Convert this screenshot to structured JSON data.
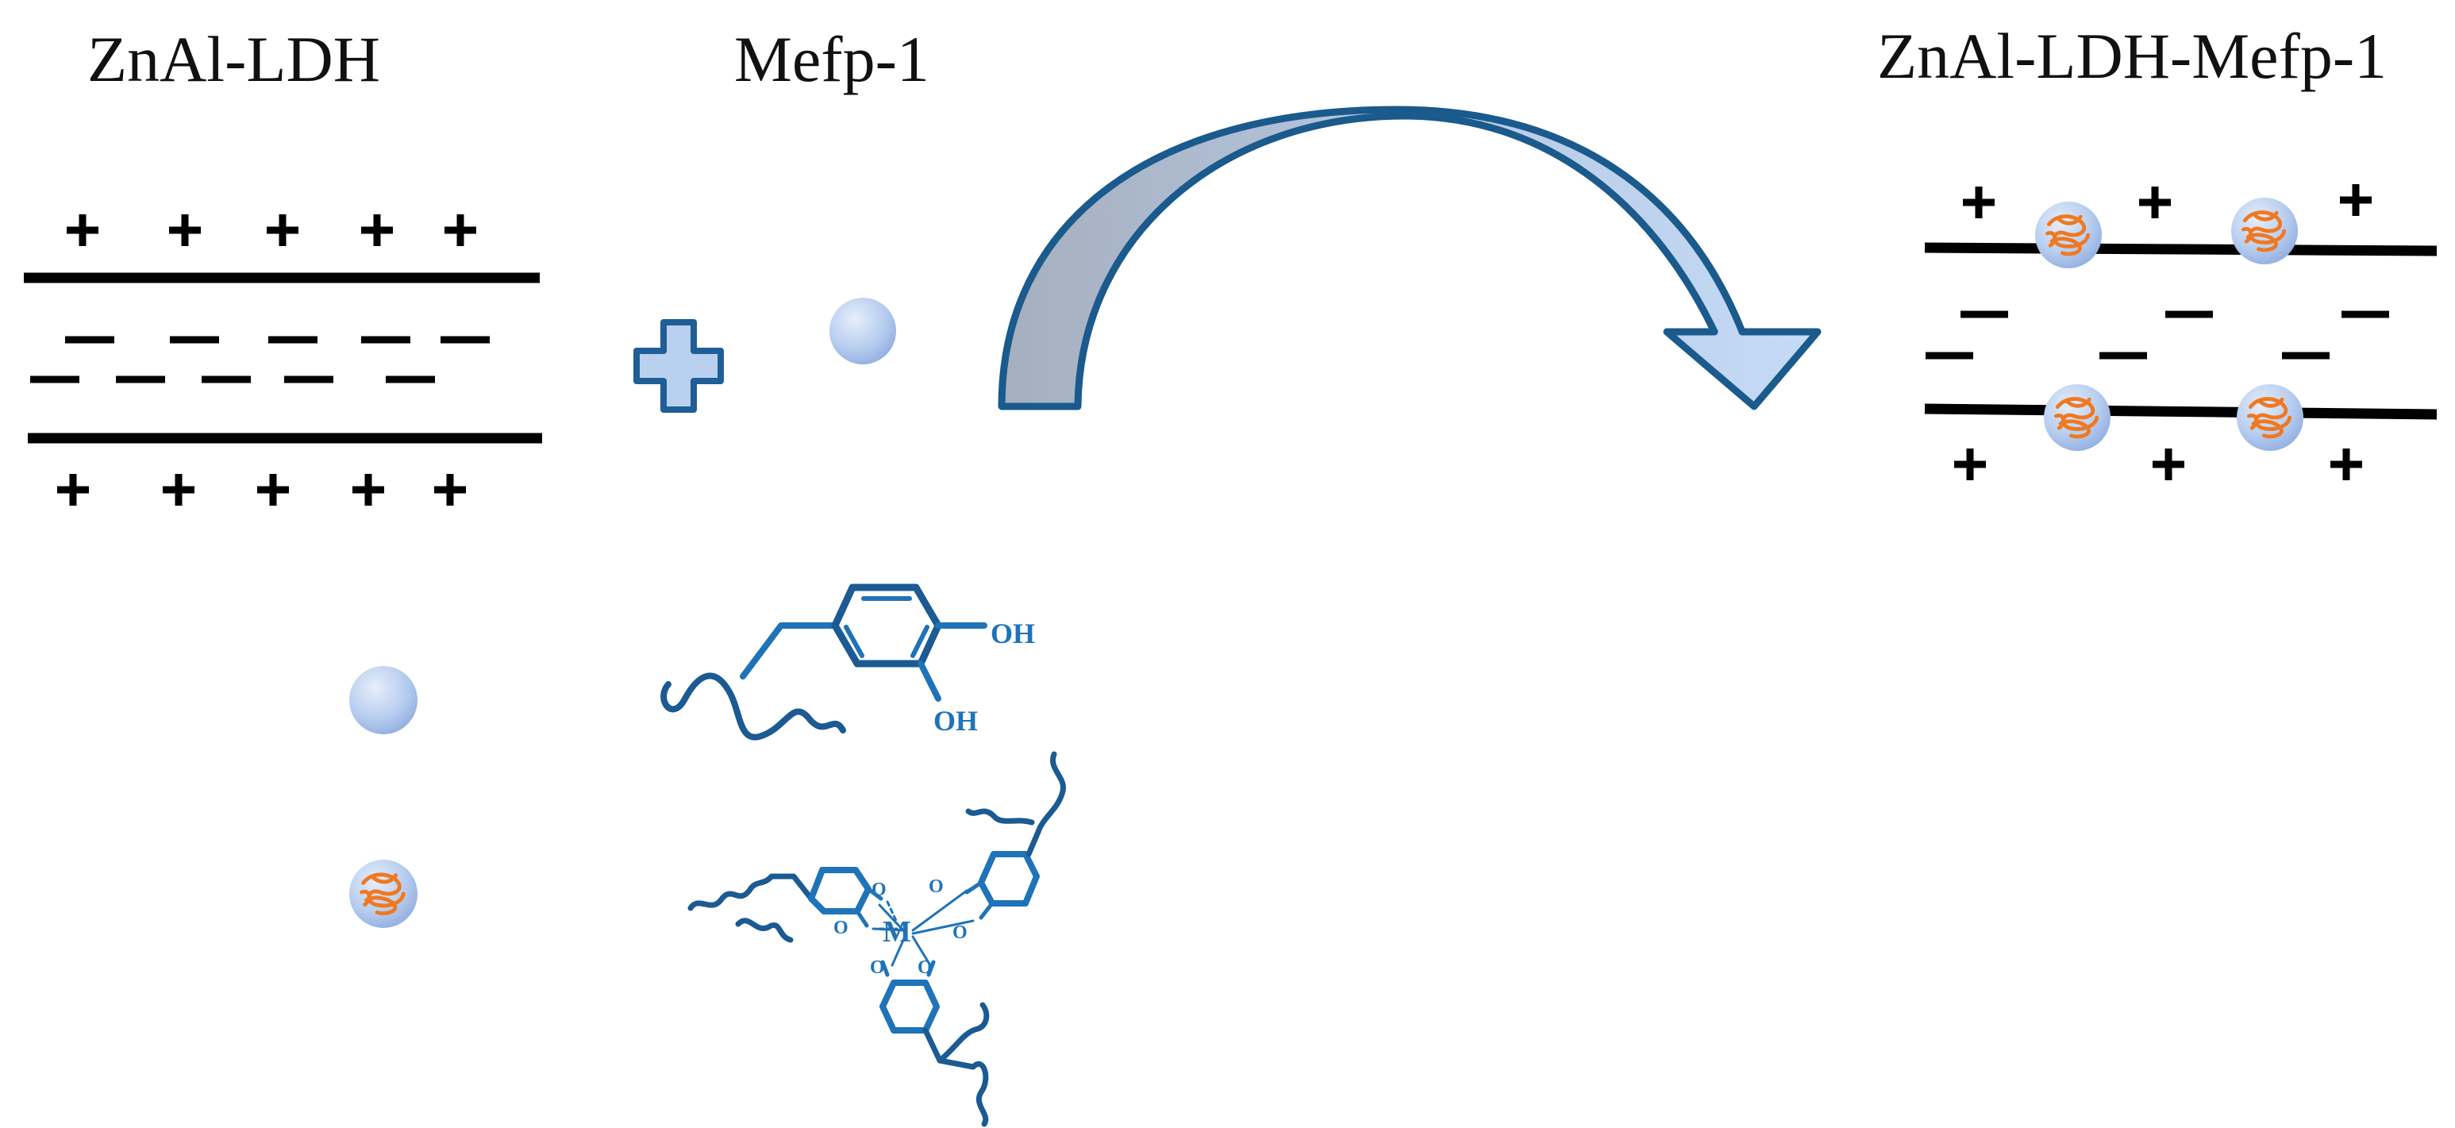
{
  "labels": {
    "ldh": "ZnAl-LDH",
    "mefp": "Mefp-1",
    "product": "ZnAl-LDH-Mefp-1"
  },
  "chem": {
    "hydroxyl_1": "OH",
    "hydroxyl_2": "OH",
    "metal_center": "M",
    "oxygen": "O"
  },
  "colors": {
    "layer_line": "#000000",
    "charge_sign": "#000000",
    "arrow_stroke": "#1a5a8c",
    "arrow_fill_start": "#aab4c2",
    "arrow_fill_end": "#c4daf6",
    "plus_outline": "#1f5e96",
    "plus_fill": "#b9d1ef",
    "particle_light": "#dbe7f7",
    "particle_dark": "#90b2e4",
    "protein_coil": "#f07820",
    "structure_blue": "#1f73b8"
  },
  "icons": {
    "operator": "plus-sign-icon",
    "reaction": "curved-arrow-icon",
    "particle": "mefp-particle-icon",
    "loaded_particle": "protein-loaded-particle-icon"
  }
}
